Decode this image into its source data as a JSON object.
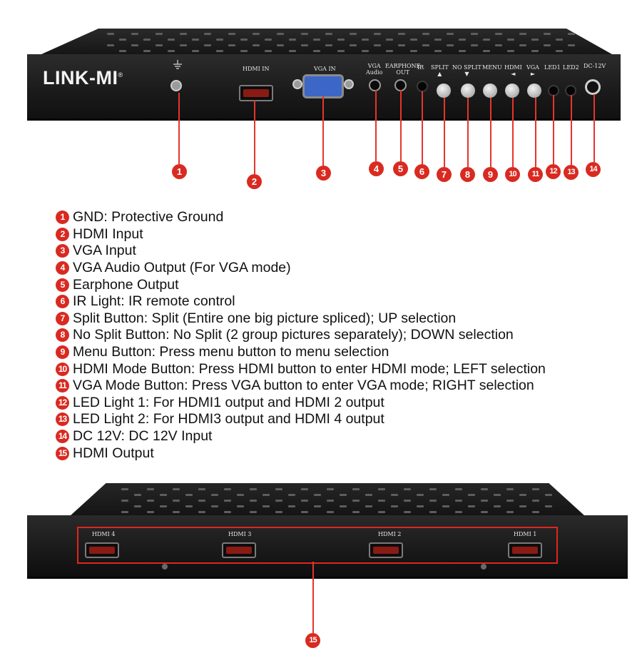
{
  "brand": "LINK-MI",
  "brand_mark": "®",
  "front_panel_labels": {
    "hdmi_in": "HDMI IN",
    "vga_in": "VGA IN",
    "vga_audio": [
      "VGA",
      "Audio"
    ],
    "earphone_out": [
      "EARPHONE",
      "OUT"
    ],
    "ir": "IR",
    "split": [
      "SPLIT",
      "▲"
    ],
    "no_split": [
      "NO SPLIT",
      "▼"
    ],
    "menu": "MENU",
    "hdmi": [
      "HDMI",
      "◄"
    ],
    "vga": [
      "VGA",
      "►"
    ],
    "led1": "LED1",
    "led2": "LED2",
    "dc": "DC-12V"
  },
  "callouts": [
    "1",
    "2",
    "3",
    "4",
    "5",
    "6",
    "7",
    "8",
    "9",
    "10",
    "11",
    "12",
    "13",
    "14",
    "15"
  ],
  "legend": [
    {
      "num": "1",
      "text": "GND: Protective Ground"
    },
    {
      "num": "2",
      "text": "HDMI Input"
    },
    {
      "num": "3",
      "text": "VGA Input"
    },
    {
      "num": "4",
      "text": "VGA Audio Output (For VGA mode)"
    },
    {
      "num": "5",
      "text": "Earphone Output"
    },
    {
      "num": "6",
      "text": "IR Light: IR remote control"
    },
    {
      "num": "7",
      "text": "Split Button: Split (Entire one big picture spliced); UP selection"
    },
    {
      "num": "8",
      "text": "No Split Button: No Split (2 group pictures separately); DOWN selection"
    },
    {
      "num": "9",
      "text": "Menu Button: Press menu button to menu selection"
    },
    {
      "num": "10",
      "text": "HDMI Mode Button: Press HDMI button to enter HDMI mode; LEFT selection"
    },
    {
      "num": "11",
      "text": "VGA Mode Button: Press VGA button to enter VGA mode; RIGHT selection"
    },
    {
      "num": "12",
      "text": "LED Light 1: For HDMI1 output and HDMI 2 output"
    },
    {
      "num": "13",
      "text": "LED Light 2: For HDMI3 output and HDMI 4 output"
    },
    {
      "num": "14",
      "text": "DC 12V: DC 12V Input"
    },
    {
      "num": "15",
      "text": "HDMI Output"
    }
  ],
  "rear_panel_labels": [
    "HDMI 4",
    "HDMI 3",
    "HDMI 2",
    "HDMI 1"
  ],
  "colors": {
    "accent_red": "#d92a21",
    "device_body": "#1c1c1c",
    "vga_blue": "#3d67c7"
  }
}
